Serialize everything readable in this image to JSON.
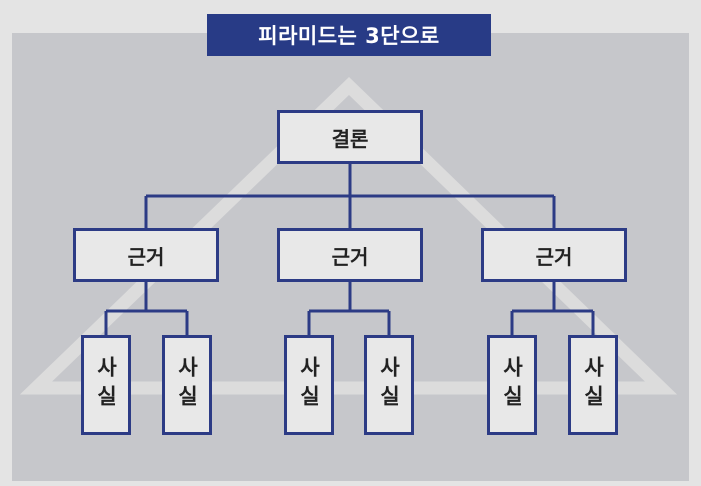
{
  "title": "피라미드는 3단으로",
  "colors": {
    "title_bg": "#283b86",
    "title_text": "#ffffff",
    "panel_bg": "#c6c7cb",
    "page_bg": "#e4e4e4",
    "box_fill": "#e8e8e8",
    "line": "#2c3b85",
    "triangle": "#dcdcdc"
  },
  "tree": {
    "conclusion": "결론",
    "reasons": [
      {
        "label": "근거",
        "facts": [
          "사실",
          "사실"
        ]
      },
      {
        "label": "근거",
        "facts": [
          "사실",
          "사실"
        ]
      },
      {
        "label": "근거",
        "facts": [
          "사실",
          "사실"
        ]
      }
    ]
  }
}
